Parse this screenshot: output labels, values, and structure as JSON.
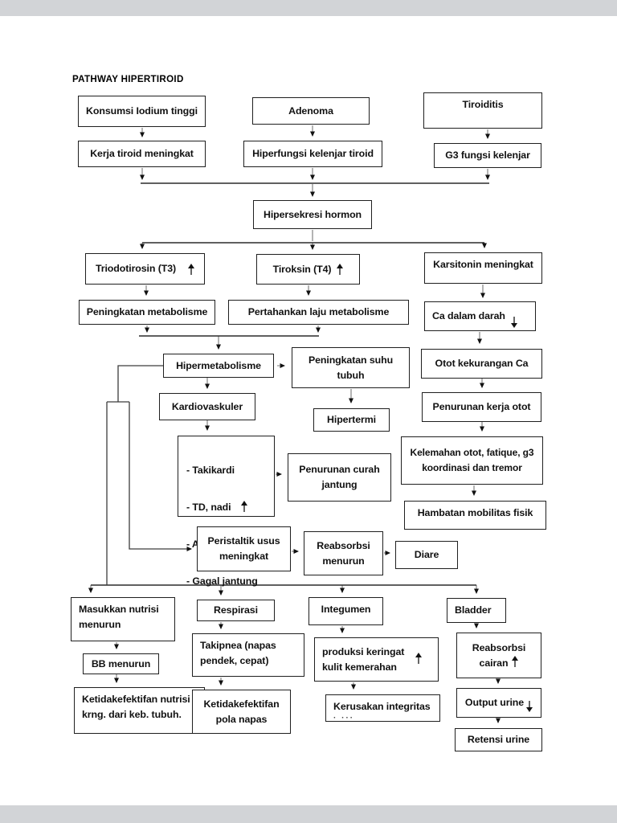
{
  "title": "PATHWAY HIPERTIROID",
  "nodes": {
    "konsumsi": {
      "label": "Konsumsi Iodium tinggi"
    },
    "adenoma": {
      "label": "Adenoma"
    },
    "tiroiditis": {
      "label": "Tiroiditis"
    },
    "kerja_tiroid": {
      "label": "Kerja tiroid meningkat"
    },
    "hiperfungsi": {
      "label": "Hiperfungsi kelenjar tiroid"
    },
    "g3_fungsi": {
      "label": "G3 fungsi kelenjar"
    },
    "hipersekresi": {
      "label": "Hipersekresi hormon"
    },
    "t3": {
      "label": "Triodotirosin (T3)",
      "arrow": "up"
    },
    "t4": {
      "label": "Tiroksin (T4)",
      "arrow": "up"
    },
    "karsitonin": {
      "label": "Karsitonin meningkat"
    },
    "peningkatan_metabolisme": {
      "label": "Peningkatan metabolisme"
    },
    "pertahankan_laju": {
      "label": "Pertahankan laju metabolisme"
    },
    "ca_dalam_darah": {
      "label": "Ca dalam darah",
      "arrow": "down"
    },
    "hipermetabolisme": {
      "label": "Hipermetabolisme"
    },
    "peningkatan_suhu": {
      "label": "Peningkatan suhu\ntubuh"
    },
    "kardiovaskuler": {
      "label": "Kardiovaskuler"
    },
    "hipertermi": {
      "label": "Hipertermi"
    },
    "otot_kekurangan": {
      "label": "Otot  kekurangan Ca"
    },
    "penurunan_kerja_otot": {
      "label": "Penurunan kerja otot"
    },
    "kardio_list": {
      "items": [
        "- Takikardi",
        "- TD, nadi",
        "- Angina",
        "- Gagal jantung"
      ],
      "arrow": "up"
    },
    "penurunan_curah": {
      "label": "Penurunan curah\njantung"
    },
    "kelemahan": {
      "label": "Kelemahan otot, fatique, g3\nkoordinasi dan tremor"
    },
    "hambatan": {
      "label": "Hambatan mobilitas fisik"
    },
    "peristaltik": {
      "label": "Peristaltik usus\nmeningkat"
    },
    "reabsorbsi_menurun": {
      "label": "Reabsorbsi\nmenurun"
    },
    "diare": {
      "label": "Diare"
    },
    "masukkan_nutrisi": {
      "label": "Masukkan nutrisi\nmenurun"
    },
    "respirasi": {
      "label": "Respirasi"
    },
    "integumen": {
      "label": "Integumen"
    },
    "bladder": {
      "label": "Bladder"
    },
    "bb_menurun": {
      "label": "BB menurun"
    },
    "takipnea": {
      "label": "Takipnea (napas\npendek, cepat)"
    },
    "produksi_keringat": {
      "label": "produksi keringat\nkulit kemerahan",
      "arrow": "up"
    },
    "reabsorbsi_cairan": {
      "label": "Reabsorbsi",
      "label2": "cairan",
      "arrow": "up"
    },
    "ketidakefektifan_nutrisi": {
      "label": "Ketidakefektifan nutrisi\nkrng. dari keb. tubuh."
    },
    "ketidakefektifan_napas": {
      "label": "Ketidakefektifan\npola napas"
    },
    "kerusakan_integritas": {
      "label": "Kerusakan integritas",
      "label2": "·  ···"
    },
    "output_urine": {
      "label": "Output urine",
      "arrow": "down"
    },
    "retensi_urine": {
      "label": "Retensi urine"
    }
  },
  "colors": {
    "box_border": "#1f1f1f",
    "line": "#555555",
    "arrowhead": "#111111",
    "page_margin": "#d2d4d7"
  }
}
